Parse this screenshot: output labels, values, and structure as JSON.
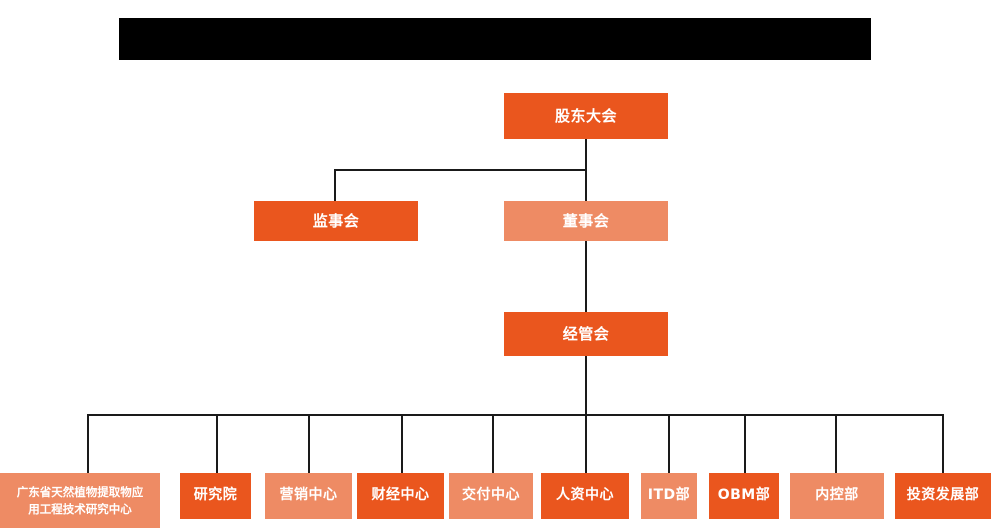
{
  "banner": {
    "name": "title-banner",
    "text": "",
    "color": "#000000"
  },
  "colors": {
    "primary_orange": "#EA561E",
    "secondary_orange": "#EE8B64",
    "connector": "#1a1a1a",
    "background": "#ffffff",
    "text": "#ffffff"
  },
  "chart_data": {
    "type": "org-chart",
    "title": "",
    "levels": [
      {
        "level": 1,
        "nodes": [
          "股东大会"
        ]
      },
      {
        "level": 2,
        "nodes": [
          "监事会",
          "董事会"
        ]
      },
      {
        "level": 3,
        "nodes": [
          "经管会"
        ]
      },
      {
        "level": 4,
        "nodes": [
          "广东省天然植物提取物应用工程技术研究中心",
          "研究院",
          "营销中心",
          "财经中心",
          "交付中心",
          "人资中心",
          "ITD部",
          "OBM部",
          "内控部",
          "投资发展部"
        ]
      }
    ],
    "edges": [
      {
        "from": "股东大会",
        "to": "监事会"
      },
      {
        "from": "股东大会",
        "to": "董事会"
      },
      {
        "from": "董事会",
        "to": "经管会"
      },
      {
        "from": "经管会",
        "to": "广东省天然植物提取物应用工程技术研究中心"
      },
      {
        "from": "经管会",
        "to": "研究院"
      },
      {
        "from": "经管会",
        "to": "营销中心"
      },
      {
        "from": "经管会",
        "to": "财经中心"
      },
      {
        "from": "经管会",
        "to": "交付中心"
      },
      {
        "from": "经管会",
        "to": "人资中心"
      },
      {
        "from": "经管会",
        "to": "ITD部"
      },
      {
        "from": "经管会",
        "to": "OBM部"
      },
      {
        "from": "经管会",
        "to": "内控部"
      },
      {
        "from": "经管会",
        "to": "投资发展部"
      }
    ]
  },
  "nodes": {
    "shareholders_meeting": {
      "label": "股东大会",
      "style": "primary"
    },
    "board_of_supervisors": {
      "label": "监事会",
      "style": "primary"
    },
    "board_of_directors": {
      "label": "董事会",
      "style": "secondary"
    },
    "management_committee": {
      "label": "经管会",
      "style": "primary"
    },
    "research_center": {
      "label_line1": "广东省天然植物提取物应",
      "label_line2": "用工程技术研究中心",
      "style": "secondary"
    },
    "research_institute": {
      "label": "研究院",
      "style": "primary"
    },
    "marketing_center": {
      "label": "营销中心",
      "style": "secondary"
    },
    "finance_center": {
      "label": "财经中心",
      "style": "primary"
    },
    "delivery_center": {
      "label": "交付中心",
      "style": "secondary"
    },
    "hr_center": {
      "label": "人资中心",
      "style": "primary"
    },
    "itd_department": {
      "label": "ITD部",
      "style": "secondary"
    },
    "obm_department": {
      "label": "OBM部",
      "style": "primary"
    },
    "internal_control_department": {
      "label": "内控部",
      "style": "secondary"
    },
    "investment_development_department": {
      "label": "投资发展部",
      "style": "primary"
    }
  }
}
